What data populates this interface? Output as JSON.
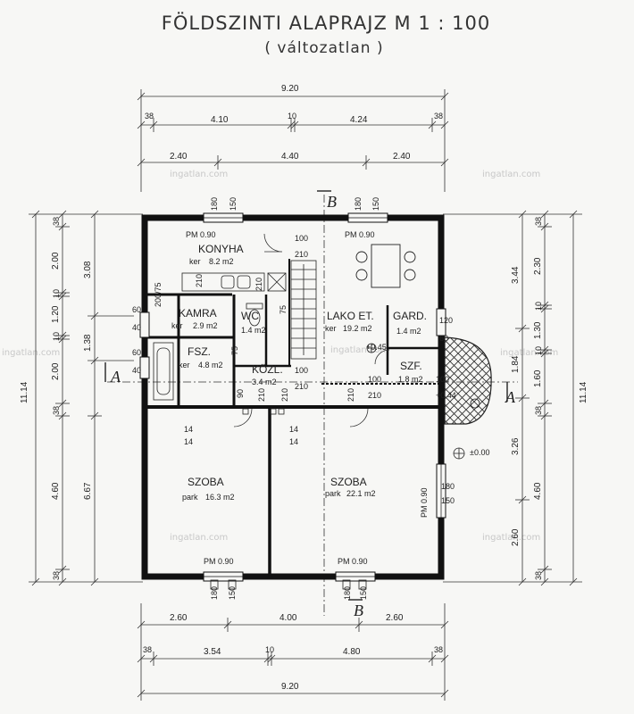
{
  "title": "FÖLDSZINTI ALAPRAJZ M 1 : 100",
  "subtitle": "( változatlan )",
  "watermark": "ingatlan.com",
  "colors": {
    "ink": "#222222",
    "paper": "#f7f7f5",
    "watermark": "#c8c8c8"
  },
  "section_marks": {
    "a": "A",
    "b": "B"
  },
  "rooms": [
    {
      "name": "KONYHA",
      "floor": "ker",
      "area": "8.2 m2"
    },
    {
      "name": "KAMRA",
      "floor": "ker",
      "area": "2.9 m2"
    },
    {
      "name": "WC",
      "floor": "",
      "area": "1.4 m2"
    },
    {
      "name": "LAKO ET.",
      "floor": "ker",
      "area": "19.2 m2"
    },
    {
      "name": "GARD.",
      "floor": "",
      "area": "1.4 m2"
    },
    {
      "name": "FSZ.",
      "floor": "ker",
      "area": "4.8 m2"
    },
    {
      "name": "KÖZL.",
      "floor": "",
      "area": "3.4 m2"
    },
    {
      "name": "SZF.",
      "floor": "",
      "area": "1.8 m2"
    },
    {
      "name": "SZOBA",
      "floor": "park",
      "area": "16.3 m2"
    },
    {
      "name": "SZOBA",
      "floor": "park",
      "area": "22.1 m2"
    }
  ],
  "dims_top": {
    "total": "9.20",
    "row2": [
      "38",
      "4.10",
      "10",
      "4.24",
      "38"
    ],
    "row3": [
      "2.40",
      "4.40",
      "2.40"
    ]
  },
  "dims_bottom": {
    "row1": [
      "2.60",
      "4.00",
      "2.60"
    ],
    "row2": [
      "38",
      "3.54",
      "10",
      "4.80",
      "38"
    ],
    "total": "9.20"
  },
  "dims_left": {
    "total": "11.14",
    "outer": [
      "38",
      "2.00",
      "10",
      "1.20",
      "10",
      "2.00",
      "38",
      "4.60",
      "38"
    ],
    "inner": [
      "3.08",
      "1.38",
      "6.67"
    ]
  },
  "dims_right": {
    "total": "11.14",
    "outer": [
      "38",
      "2.30",
      "10",
      "1.30",
      "10",
      "1.60",
      "38",
      "4.60",
      "38"
    ],
    "inner": [
      "3.44",
      "1.84",
      "3.26",
      "2.60"
    ]
  },
  "openings": {
    "pm090": "PM 0.90",
    "h180": "180",
    "h150": "150",
    "n100": "100",
    "n210": "210",
    "n60": "60",
    "n40": "40",
    "n120": "120",
    "n90": "90",
    "n14": "14",
    "n75": "75",
    "n200_75": "200/75",
    "plus045": "+0.45",
    "plus044": "+0.44",
    "zero": "±0.00"
  }
}
